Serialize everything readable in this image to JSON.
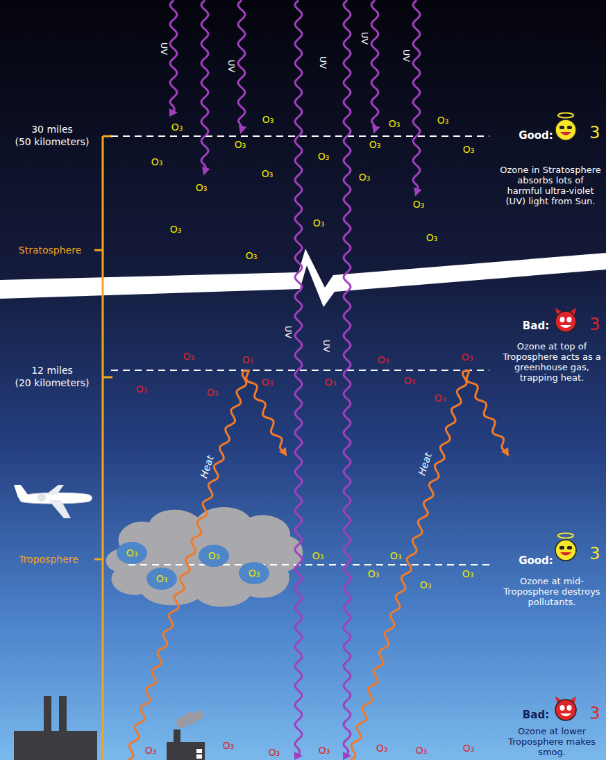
{
  "diagram": {
    "nodes": [
      {
        "text": [
          "O₃"
        ]
      },
      {
        "text": [
          "O₃"
        ]
      },
      {
        "text": [
          "O₃"
        ]
      },
      {
        "text": [
          "O₃"
        ]
      }
    ],
    "labels": [
      "UV",
      "UV",
      "UV",
      "UV",
      "UV",
      "UV",
      "UV",
      "30 miles",
      "(50 kilometers)",
      "12 miles",
      "(20 kilometers)",
      "Stratosphere",
      "Troposphere",
      "Good:",
      "Ozone in Stratosphere absorbs lots of harmful ultra-violet (UV) light from Sun.",
      "3",
      "Bad:",
      "Ozone at top of Troposphere acts as a greenhouse gas, trapping heat.",
      "3",
      "Good:",
      "Ozone at mid-Troposphere destroys pollutants.",
      "3",
      "Bad:",
      "Ozone at lower Troposphere makes smog.",
      "3",
      "Heat",
      "Heat",
      "O₃",
      "O₃",
      "O₃",
      "O₃",
      "O₃",
      "O₃",
      "O₃",
      "O₃",
      "O₃",
      "O₃",
      "O₃",
      "O₃",
      "O₃",
      "O₃",
      "O₃",
      "O₃",
      "O₃",
      "O₃",
      "O₃",
      "O₃",
      "O₃",
      "O₃",
      "O₃",
      "O₃",
      "O₃",
      "O₃",
      "O₃",
      "O₃",
      "O₃",
      "O₃",
      "O₃",
      "O₃",
      "O₃",
      "O₃",
      "O₃",
      "O₃",
      "O₃",
      "O₃",
      "O₃"
    ]
  }
}
